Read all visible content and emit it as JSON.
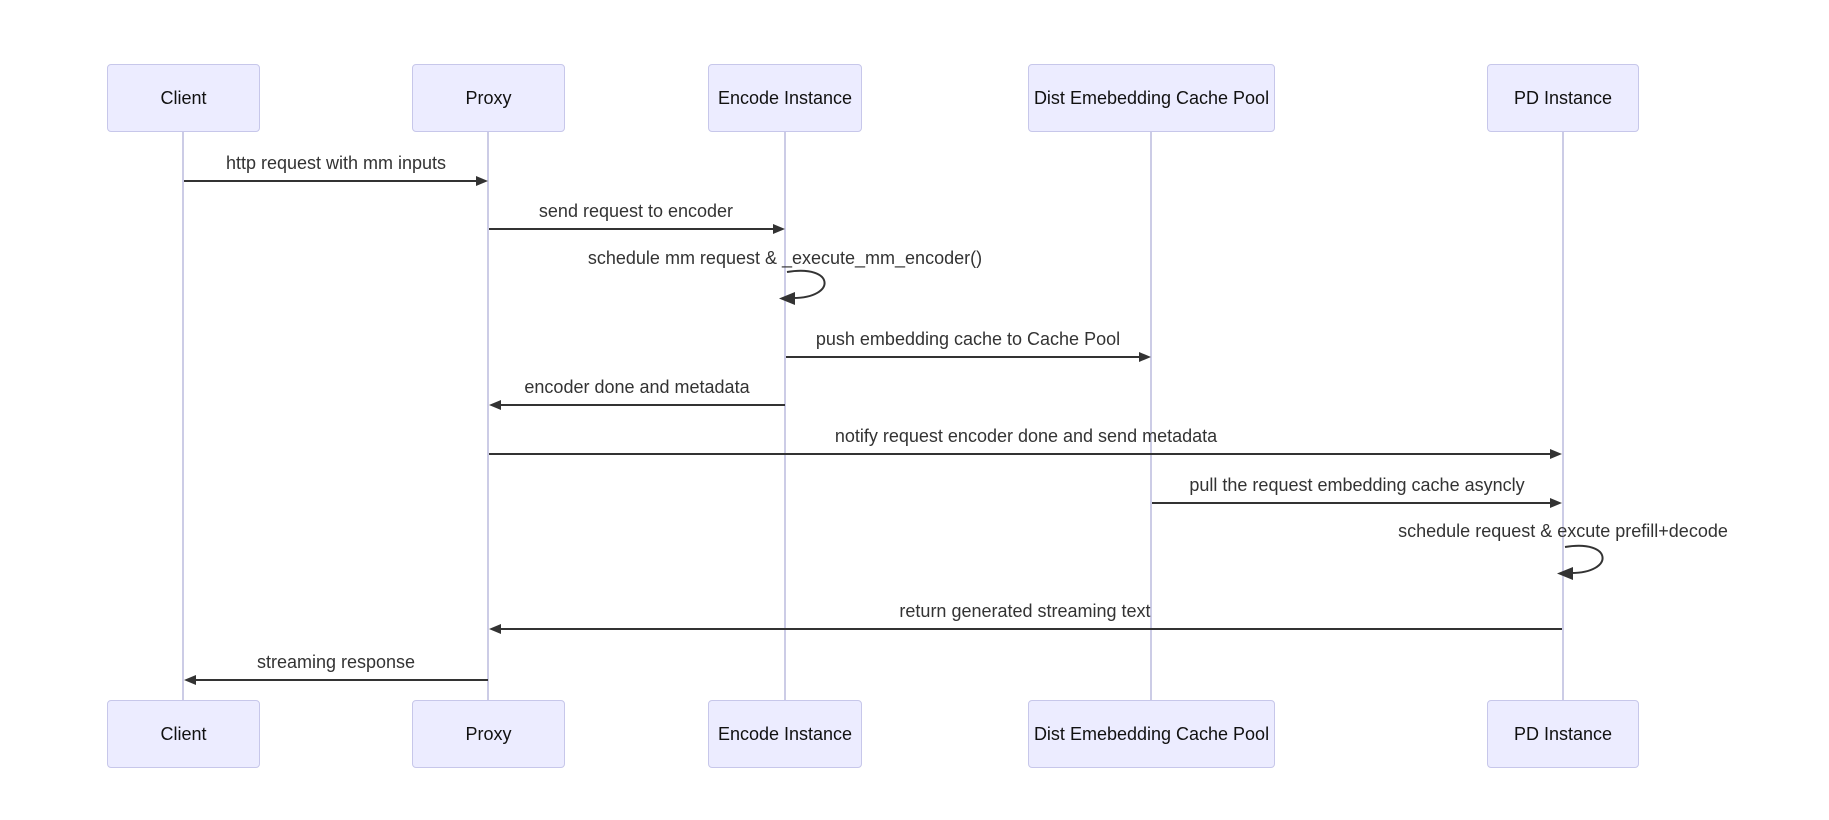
{
  "diagram": {
    "type": "sequence-diagram",
    "participants": [
      {
        "label": "Client"
      },
      {
        "label": "Proxy"
      },
      {
        "label": "Encode Instance"
      },
      {
        "label": "Dist Emebedding Cache Pool"
      },
      {
        "label": "PD Instance"
      }
    ],
    "messages": [
      {
        "from": "Client",
        "to": "Proxy",
        "kind": "solid-arrow",
        "label": "http request with mm inputs"
      },
      {
        "from": "Proxy",
        "to": "Encode Instance",
        "kind": "solid-arrow",
        "label": "send request to encoder"
      },
      {
        "from": "Encode Instance",
        "to": "Encode Instance",
        "kind": "self-loop",
        "label": "schedule mm request & _execute_mm_encoder()"
      },
      {
        "from": "Encode Instance",
        "to": "Dist Emebedding Cache Pool",
        "kind": "solid-arrow",
        "label": "push embedding cache to Cache Pool"
      },
      {
        "from": "Encode Instance",
        "to": "Proxy",
        "kind": "solid-arrow",
        "label": "encoder done and metadata"
      },
      {
        "from": "Proxy",
        "to": "PD Instance",
        "kind": "solid-arrow",
        "label": "notify request encoder done and send metadata"
      },
      {
        "from": "Dist Emebedding Cache Pool",
        "to": "PD Instance",
        "kind": "solid-arrow",
        "label": "pull the request embedding cache asyncly"
      },
      {
        "from": "PD Instance",
        "to": "PD Instance",
        "kind": "self-loop",
        "label": "schedule request & excute prefill+decode"
      },
      {
        "from": "PD Instance",
        "to": "Proxy",
        "kind": "solid-arrow",
        "label": "return generated streaming text"
      },
      {
        "from": "Proxy",
        "to": "Client",
        "kind": "solid-arrow",
        "label": "streaming response"
      }
    ],
    "colors": {
      "actor_fill": "#ececff",
      "actor_border": "#c7c7ea",
      "lifeline": "#cccce6",
      "arrow": "#333333",
      "text": "#333333",
      "background": "#ffffff"
    }
  }
}
